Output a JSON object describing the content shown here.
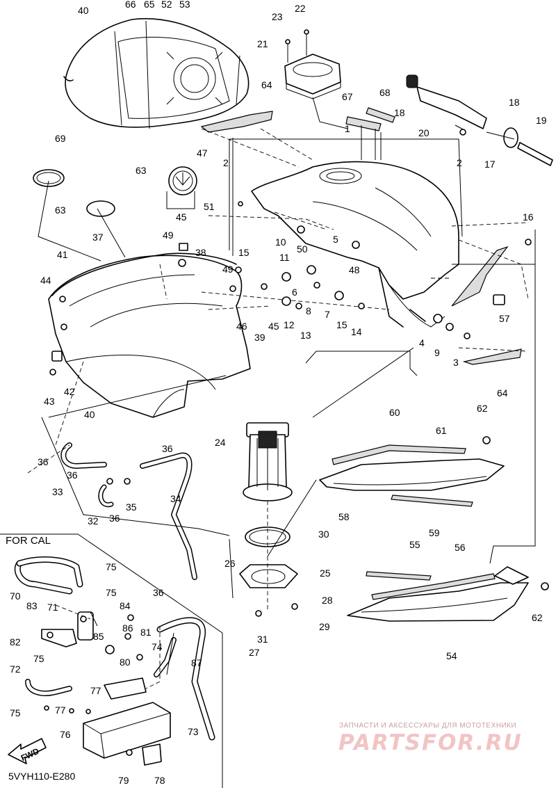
{
  "inset_label": "FOR CAL",
  "diagram_code": "5VYH110-E280",
  "fwd_label": "FWD",
  "watermark": {
    "tagline": "ЗАПЧАСТИ И АКСЕССУАРЫ ДЛЯ МОТОТЕХНИКИ",
    "brand": "PARTSFOR.RU"
  },
  "callouts": [
    "1",
    "2",
    "2",
    "3",
    "4",
    "5",
    "6",
    "7",
    "8",
    "9",
    "10",
    "11",
    "12",
    "13",
    "14",
    "15",
    "15",
    "16",
    "17",
    "18",
    "18",
    "19",
    "20",
    "21",
    "22",
    "23",
    "24",
    "25",
    "26",
    "27",
    "28",
    "29",
    "30",
    "31",
    "32",
    "33",
    "34",
    "35",
    "36",
    "36",
    "36",
    "36",
    "36",
    "37",
    "38",
    "39",
    "40",
    "40",
    "41",
    "42",
    "43",
    "44",
    "45",
    "45",
    "46",
    "47",
    "48",
    "49",
    "49",
    "50",
    "51",
    "52",
    "53",
    "54",
    "55",
    "56",
    "57",
    "58",
    "59",
    "60",
    "61",
    "62",
    "62",
    "63",
    "63",
    "64",
    "64",
    "65",
    "66",
    "67",
    "68",
    "69",
    "70",
    "71",
    "72",
    "73",
    "74",
    "75",
    "75",
    "75",
    "75",
    "76",
    "77",
    "77",
    "78",
    "79",
    "80",
    "81",
    "82",
    "83",
    "84",
    "85",
    "86",
    "87"
  ]
}
